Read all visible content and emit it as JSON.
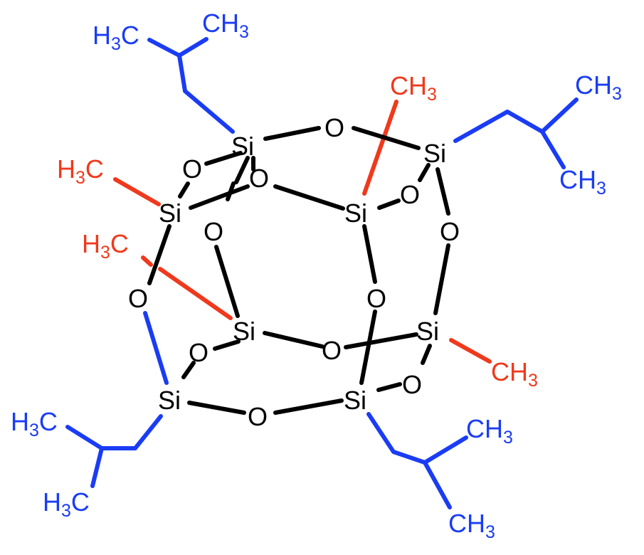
{
  "colors": {
    "core": "#000000",
    "isobutyl": "#1a3cf5",
    "methyl": "#f0391c",
    "background": "#ffffff"
  },
  "atoms": {
    "si1": "Si",
    "si2": "Si",
    "si3": "Si",
    "si4": "Si",
    "si5": "Si",
    "si6": "Si",
    "si7": "Si",
    "si8": "Si",
    "o1": "O",
    "o2": "O",
    "o3": "O",
    "o4": "O",
    "o5": "O",
    "o6": "O",
    "o7": "O",
    "o8": "O",
    "o9": "O",
    "o10": "O",
    "o11": "O",
    "o12": "O"
  },
  "substituents": {
    "ch3_top_left_a": {
      "lead": "H",
      "sub": "3",
      "tail": "C"
    },
    "ch3_top_left_b": {
      "lead": "CH",
      "sub": "3",
      "tail": ""
    },
    "ch3_top_right_a": {
      "lead": "CH",
      "sub": "3",
      "tail": ""
    },
    "ch3_top_right_b": {
      "lead": "CH",
      "sub": "3",
      "tail": ""
    },
    "ch3_bottom_left_a": {
      "lead": "H",
      "sub": "3",
      "tail": "C"
    },
    "ch3_bottom_left_b": {
      "lead": "H",
      "sub": "3",
      "tail": "C"
    },
    "ch3_bottom_right_a": {
      "lead": "CH",
      "sub": "3",
      "tail": ""
    },
    "ch3_bottom_right_b": {
      "lead": "CH",
      "sub": "3",
      "tail": ""
    },
    "methyl_top": {
      "lead": "CH",
      "sub": "3",
      "tail": ""
    },
    "methyl_left_upper": {
      "lead": "H",
      "sub": "3",
      "tail": "C"
    },
    "methyl_left_lower": {
      "lead": "H",
      "sub": "3",
      "tail": "C"
    },
    "methyl_right": {
      "lead": "CH",
      "sub": "3",
      "tail": ""
    }
  }
}
